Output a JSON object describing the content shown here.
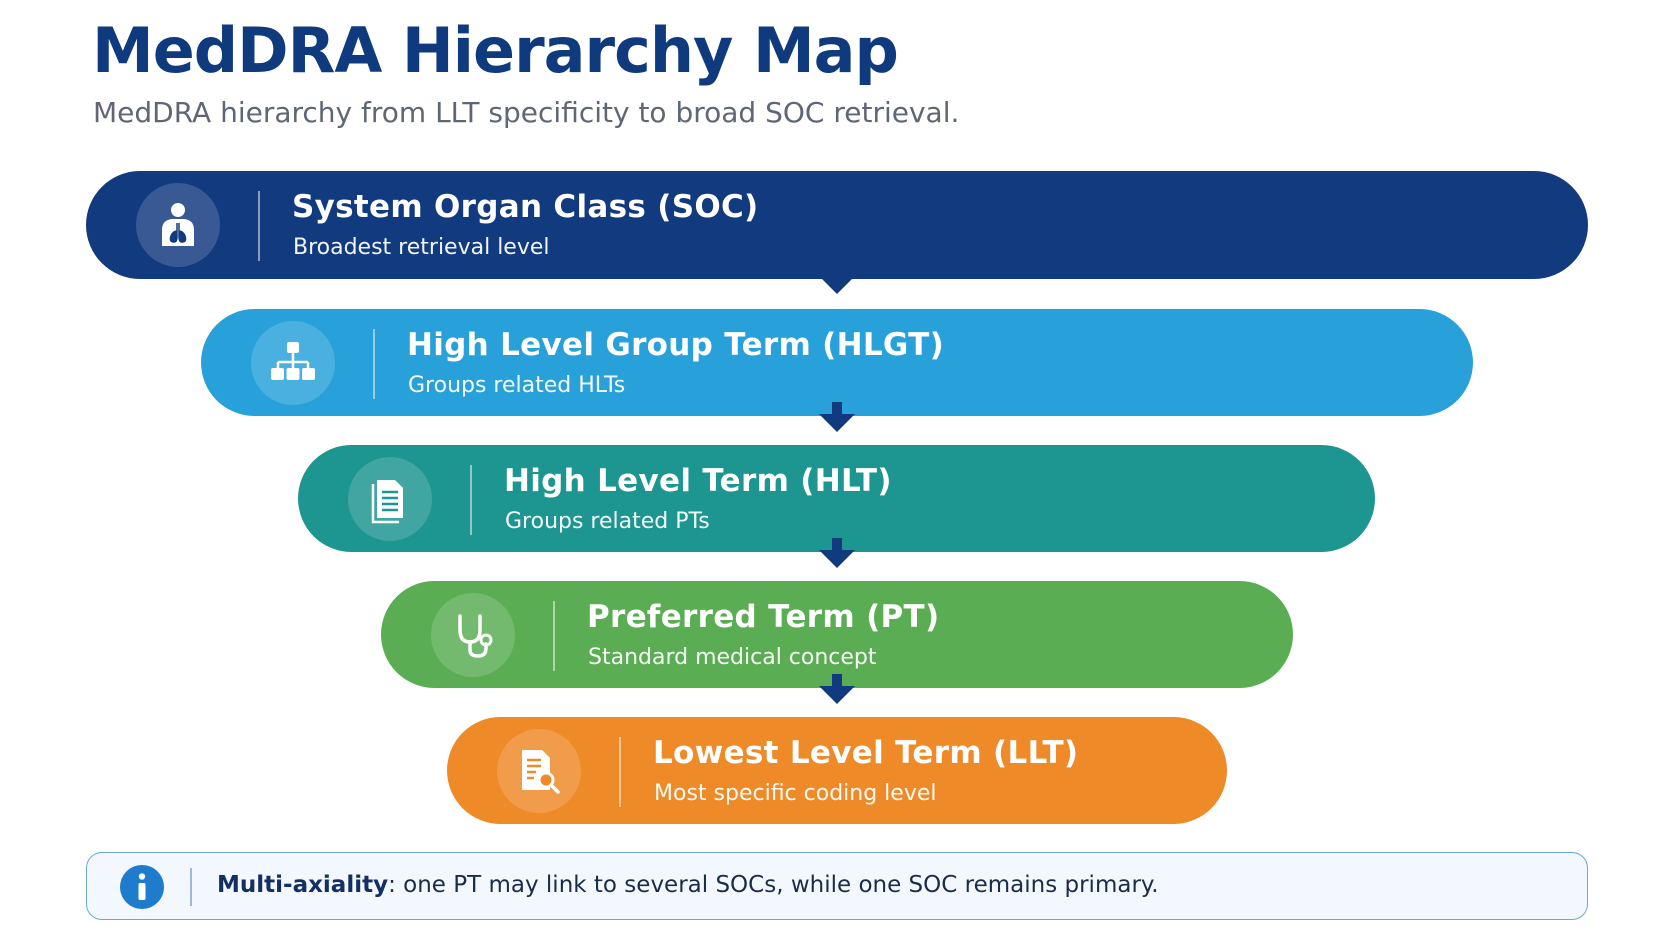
{
  "header": {
    "title": "MedDRA Hierarchy Map",
    "subtitle": "MedDRA hierarchy from LLT specificity to broad SOC retrieval."
  },
  "levels": [
    {
      "title": "System Organ Class (SOC)",
      "description": "Broadest retrieval level",
      "color": "#123a7f",
      "icon": "person-lungs-icon"
    },
    {
      "title": "High Level Group Term (HLGT)",
      "description": "Groups related HLTs",
      "color": "#28a1da",
      "icon": "org-chart-icon"
    },
    {
      "title": "High Level Term (HLT)",
      "description": "Groups related PTs",
      "color": "#1d9590",
      "icon": "document-list-icon"
    },
    {
      "title": "Preferred Term (PT)",
      "description": "Standard medical concept",
      "color": "#5aad53",
      "icon": "stethoscope-icon"
    },
    {
      "title": "Lowest Level Term (LLT)",
      "description": "Most specific coding level",
      "color": "#ee8a28",
      "icon": "document-search-icon"
    }
  ],
  "note": {
    "term": "Multi-axiality",
    "text": ": one PT may link to several SOCs, while one SOC remains primary.",
    "icon": "info-icon"
  },
  "colors": {
    "title": "#0f3a7e",
    "arrow": "#123a7f"
  }
}
